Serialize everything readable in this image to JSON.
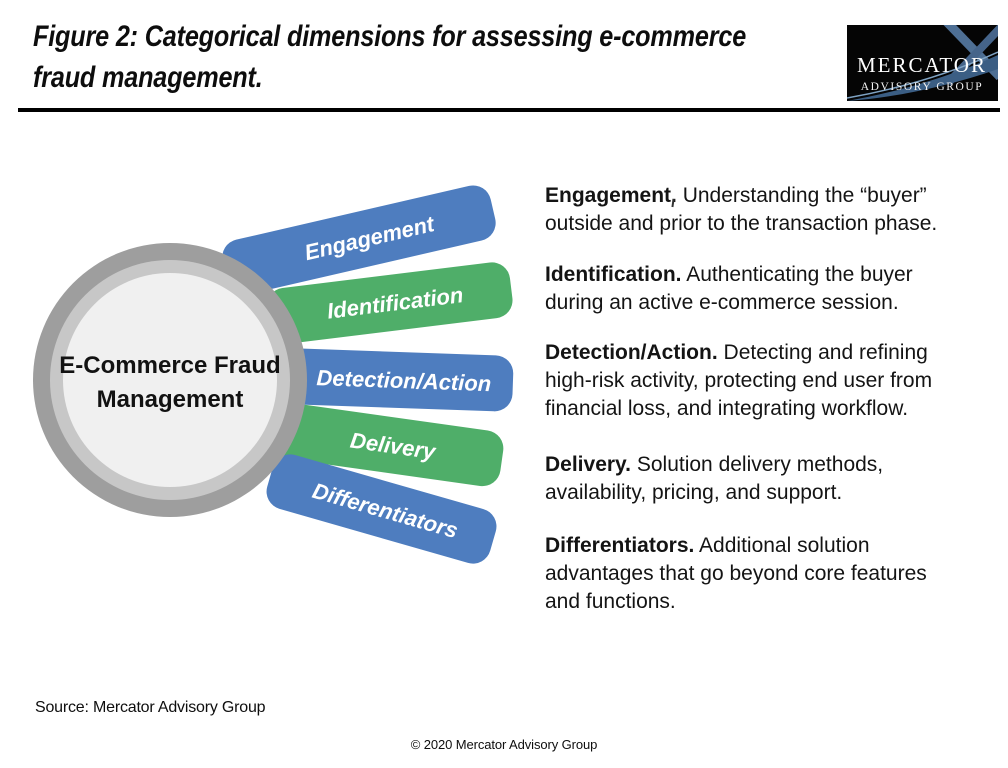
{
  "title": {
    "line1": "Figure 2: Categorical dimensions for assessing e-commerce",
    "line2": "fraud management."
  },
  "logo": {
    "name": "MERCATOR",
    "subname": "ADVISORY GROUP"
  },
  "diagram": {
    "hub": {
      "line1": "E-Commerce Fraud",
      "line2": "Management"
    },
    "spokes": [
      {
        "label": "Engagement",
        "color": "#4e7dbf"
      },
      {
        "label": "Identification",
        "color": "#4fae69"
      },
      {
        "label": "Detection/Action",
        "color": "#4e7dbf"
      },
      {
        "label": "Delivery",
        "color": "#4fae69"
      },
      {
        "label": "Differentiators",
        "color": "#4e7dbf"
      }
    ]
  },
  "descriptions": [
    {
      "lead": "Engagement.",
      "lines": [
        "Understanding the “buyer”",
        "outside and prior to the transaction phase."
      ]
    },
    {
      "lead": "Identification.",
      "lines": [
        "Authenticating the buyer",
        "during an active e-commerce session."
      ]
    },
    {
      "lead": "Detection/Action.",
      "lines": [
        "Detecting and refining",
        "high-risk activity, protecting end user from",
        "financial loss, and integrating workflow."
      ]
    },
    {
      "lead": "Delivery.",
      "lines": [
        "Solution delivery methods,",
        "availability, pricing, and support."
      ]
    },
    {
      "lead": "Differentiators.",
      "lines": [
        "Additional solution",
        "advantages that go beyond core features",
        "and functions."
      ]
    }
  ],
  "footer": {
    "source": "Source: Mercator Advisory Group",
    "copyright": "© 2020 Mercator Advisory Group"
  },
  "colors": {
    "ring_outer": "#9e9e9e",
    "ring_mid": "#c7c7c7",
    "hub_fill": "#f0f0f0"
  }
}
